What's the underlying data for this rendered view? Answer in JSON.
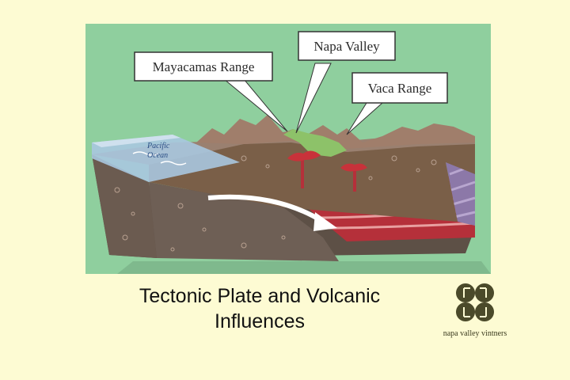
{
  "slide": {
    "background": "#fdfbd3",
    "title_line1": "Tectonic Plate and Volcanic",
    "title_line2": "Influences"
  },
  "diagram": {
    "callouts": {
      "left": "Mayacamas Range",
      "center": "Napa Valley",
      "right": "Vaca Range"
    },
    "ocean_line1": "Pacific",
    "ocean_line2": "Ocean",
    "colors": {
      "background": "#8fcf9e",
      "ocean": "#a9c7df",
      "crust": "#6e5f55",
      "magma": "#c8323a",
      "mountains": "#a07e6b",
      "valley": "#8dc269",
      "arrow": "#ffffff"
    }
  },
  "logo": {
    "text": "napa valley vintners",
    "color": "#4b4a2a",
    "icon": "napa-valley-vintners-logo-icon"
  }
}
